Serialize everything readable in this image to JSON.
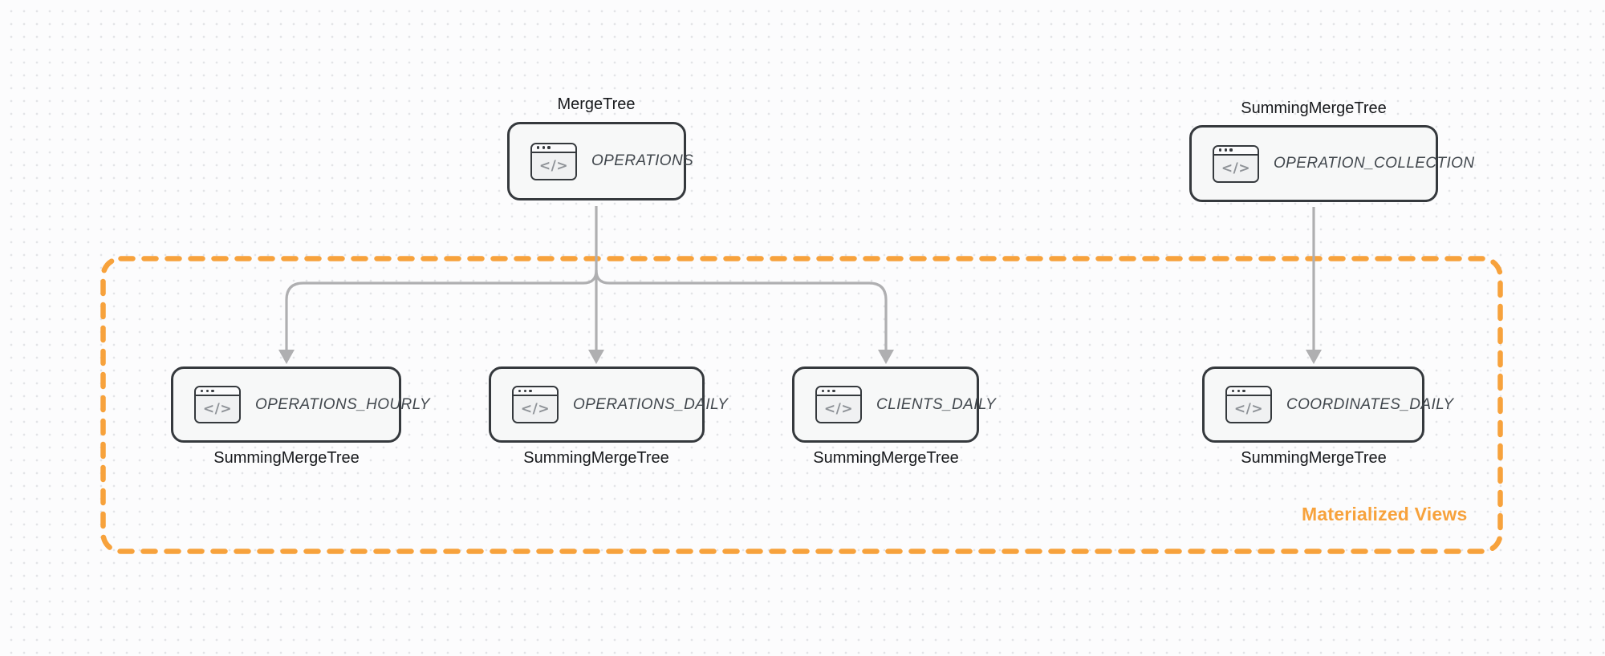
{
  "diagram": {
    "source_nodes": {
      "operations": {
        "engine_label": "MergeTree",
        "table": "OPERATIONS"
      },
      "operation_collection": {
        "engine_label": "SummingMergeTree",
        "table": "OPERATION_COLLECTION"
      }
    },
    "view_nodes": [
      {
        "table": "OPERATIONS_HOURLY",
        "engine_label": "SummingMergeTree"
      },
      {
        "table": "OPERATIONS_DAILY",
        "engine_label": "SummingMergeTree"
      },
      {
        "table": "CLIENTS_DAILY",
        "engine_label": "SummingMergeTree"
      },
      {
        "table": "COORDINATES_DAILY",
        "engine_label": "SummingMergeTree"
      }
    ],
    "group": {
      "label": "Materialized Views"
    },
    "icon": {
      "name": "code-window-icon",
      "glyph": "</>"
    }
  },
  "colors": {
    "accent_orange": "#F7A23C",
    "node_border": "#35393D",
    "node_fill": "#F7F8F8",
    "arrow_gray": "#AFAFB1",
    "text_dark": "#17191C",
    "node_text": "#41474D",
    "icon_glyph": "#8E9297",
    "dot_grid": "#E3E4E7",
    "background": "#FCFCFD"
  }
}
